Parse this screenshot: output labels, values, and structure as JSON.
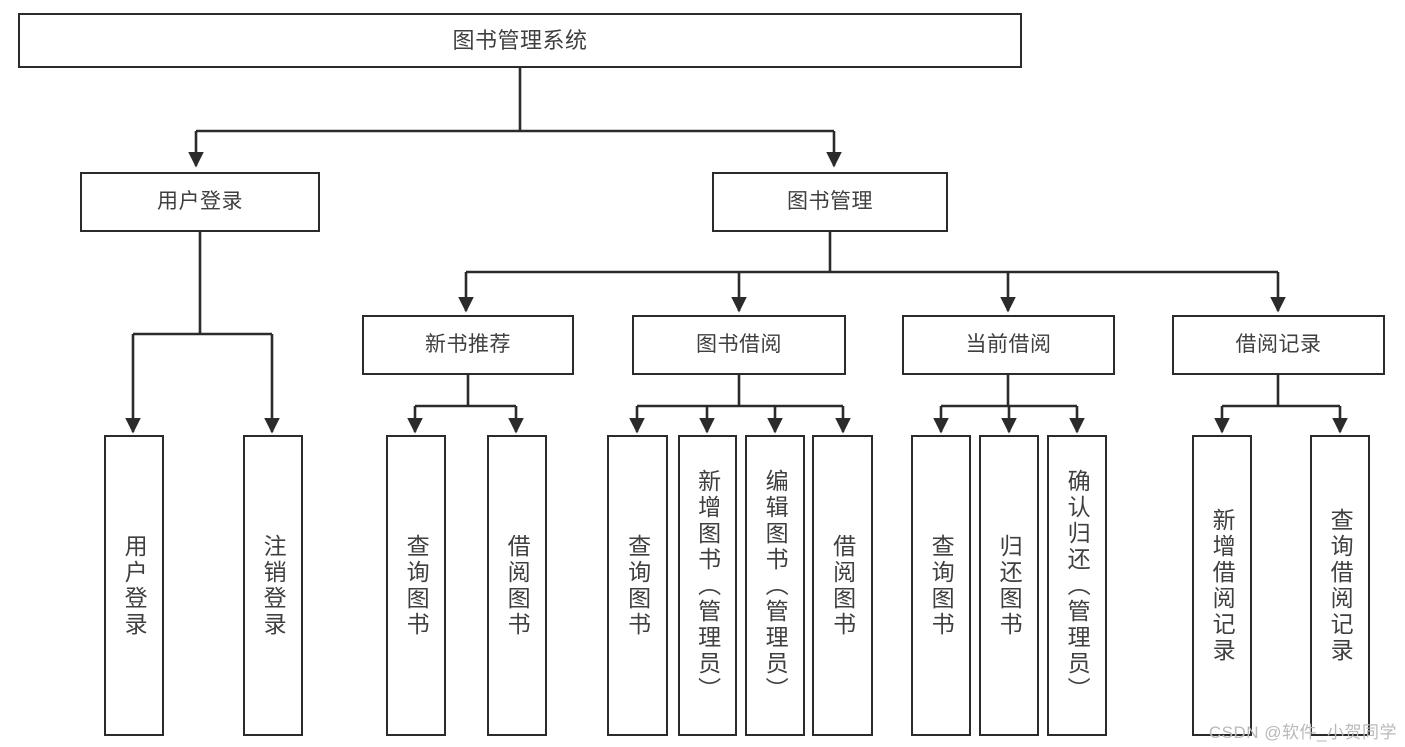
{
  "diagram": {
    "title": "图书管理系统",
    "type": "function-structure-tree",
    "watermark": "CSDN @软件_小贺同学",
    "colors": {
      "box_border": "#2b2b2b",
      "box_fill": "#ffffff",
      "text": "#3f3f3f",
      "connector": "#2b2b2b",
      "watermark": "#b9b9b9"
    },
    "levels": {
      "root": {
        "label": "图书管理系统"
      },
      "level2": [
        {
          "label": "用户登录"
        },
        {
          "label": "图书管理"
        }
      ],
      "level3": [
        {
          "label": "新书推荐"
        },
        {
          "label": "图书借阅"
        },
        {
          "label": "当前借阅"
        },
        {
          "label": "借阅记录"
        }
      ],
      "leaves": {
        "user_login": [
          {
            "label": "用户登录"
          },
          {
            "label": "注销登录"
          }
        ],
        "new_book_recommend": [
          {
            "label": "查询图书"
          },
          {
            "label": "借阅图书"
          }
        ],
        "book_borrow": [
          {
            "label": "查询图书"
          },
          {
            "label": "新增图书（管理员）"
          },
          {
            "label": "编辑图书（管理员）"
          },
          {
            "label": "借阅图书"
          }
        ],
        "current_borrow": [
          {
            "label": "查询图书"
          },
          {
            "label": "归还图书"
          },
          {
            "label": "确认归还（管理员）"
          }
        ],
        "borrow_record": [
          {
            "label": "新增借阅记录"
          },
          {
            "label": "查询借阅记录"
          }
        ]
      }
    }
  }
}
